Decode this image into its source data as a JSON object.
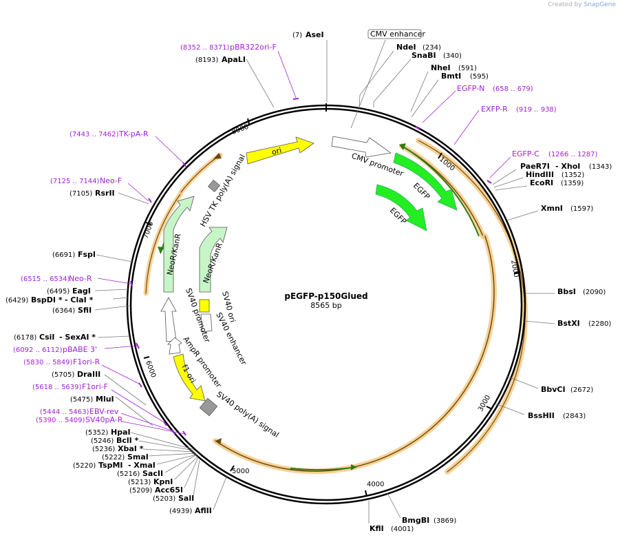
{
  "credit": {
    "prefix": "Created by",
    "brand": "SnapGene"
  },
  "plasmid": {
    "name": "pEGFP-p150Glued",
    "length": "8565 bp",
    "total_bp": 8565
  },
  "ticks": [
    "1000",
    "2000",
    "3000",
    "4000",
    "5000",
    "6000",
    "7000",
    "8000"
  ],
  "enzymes": [
    {
      "name": "AseI",
      "pos": "(7)"
    },
    {
      "name": "NdeI",
      "pos": "(234)"
    },
    {
      "name": "SnaBI",
      "pos": "(340)"
    },
    {
      "name": "NheI",
      "pos": "(591)"
    },
    {
      "name": "BmtI",
      "pos": "(595)"
    },
    {
      "name": "PaeR7I",
      "pos": ""
    },
    {
      "name": "- XhoI",
      "pos": "(1343)"
    },
    {
      "name": "HindIII",
      "pos": "(1352)"
    },
    {
      "name": "EcoRI",
      "pos": "(1359)"
    },
    {
      "name": "XmnI",
      "pos": "(1597)"
    },
    {
      "name": "BbsI",
      "pos": "(2090)"
    },
    {
      "name": "BstXI",
      "pos": "(2280)"
    },
    {
      "name": "BbvCI",
      "pos": "(2672)"
    },
    {
      "name": "BssHII",
      "pos": "(2843)"
    },
    {
      "name": "BmgBI",
      "pos": "(3869)"
    },
    {
      "name": "KflI",
      "pos": "(4001)"
    },
    {
      "name": "AflII",
      "pos": "(4939)"
    },
    {
      "name": "SalI",
      "pos": "(5203)"
    },
    {
      "name": "Acc65I",
      "pos": "(5209)"
    },
    {
      "name": "KpnI",
      "pos": "(5213)"
    },
    {
      "name": "SacII",
      "pos": "(5216)"
    },
    {
      "name": "TspMI",
      "pos": "(5220)"
    },
    {
      "name": "- XmaI",
      "pos": ""
    },
    {
      "name": "SmaI",
      "pos": "(5222)"
    },
    {
      "name": "XbaI *",
      "pos": "(5236)"
    },
    {
      "name": "BclI *",
      "pos": "(5246)"
    },
    {
      "name": "HpaI",
      "pos": "(5352)"
    },
    {
      "name": "MluI",
      "pos": "(5475)"
    },
    {
      "name": "DraIII",
      "pos": "(5705)"
    },
    {
      "name": "CsiI",
      "pos": "(6178)"
    },
    {
      "name": "- SexAI *",
      "pos": ""
    },
    {
      "name": "SfiI",
      "pos": "(6364)"
    },
    {
      "name": "BspDI *",
      "pos": "(6429)"
    },
    {
      "name": "- ClaI *",
      "pos": ""
    },
    {
      "name": "EagI",
      "pos": "(6495)"
    },
    {
      "name": "FspI",
      "pos": "(6691)"
    },
    {
      "name": "RsrII",
      "pos": "(7105)"
    },
    {
      "name": "ApaLI",
      "pos": "(8193)"
    }
  ],
  "primers": [
    {
      "name": "pBR322ori-F",
      "pos": "(8352 .. 8371)"
    },
    {
      "name": "EGFP-N",
      "pos": "(658 .. 679)"
    },
    {
      "name": "EXFP-R",
      "pos": "(919 .. 938)"
    },
    {
      "name": "EGFP-C",
      "pos": "(1266 .. 1287)"
    },
    {
      "name": "TK-pA-R",
      "pos": "(7443 .. 7462)"
    },
    {
      "name": "Neo-F",
      "pos": "(7125 .. 7144)"
    },
    {
      "name": "Neo-R",
      "pos": "(6515 .. 6534)"
    },
    {
      "name": "pBABE 3'",
      "pos": "(6092 .. 6112)"
    },
    {
      "name": "F1ori-R",
      "pos": "(5830 .. 5849)"
    },
    {
      "name": "F1ori-F",
      "pos": "(5618 .. 5639)"
    },
    {
      "name": "EBV-rev",
      "pos": "(5444 .. 5463)"
    },
    {
      "name": "SV40pA-R",
      "pos": "(5390 .. 5409)"
    }
  ],
  "features": {
    "cmv_enhancer": "CMV enhancer",
    "cmv_promoter": "CMV promoter",
    "egfp": "EGFP",
    "ori": "ori",
    "hsv_tk": "HSV TK poly(A) signal",
    "neokan": "NeoR/KanR",
    "sv40_promoter": "SV40 promoter",
    "sv40_ori": "SV40 ori",
    "sv40_enhancer": "SV40 enhancer",
    "ampr_promoter": "AmpR promoter",
    "f1_ori": "f1 ori",
    "sv40_polya": "SV40 poly(A) signal"
  },
  "colors": {
    "backbone": "#000000",
    "egfp": "#22ee22",
    "ori": "#ffff00",
    "neo": "#c8f5c8",
    "orf": "#f5c77a",
    "primer": "#a020d0"
  }
}
